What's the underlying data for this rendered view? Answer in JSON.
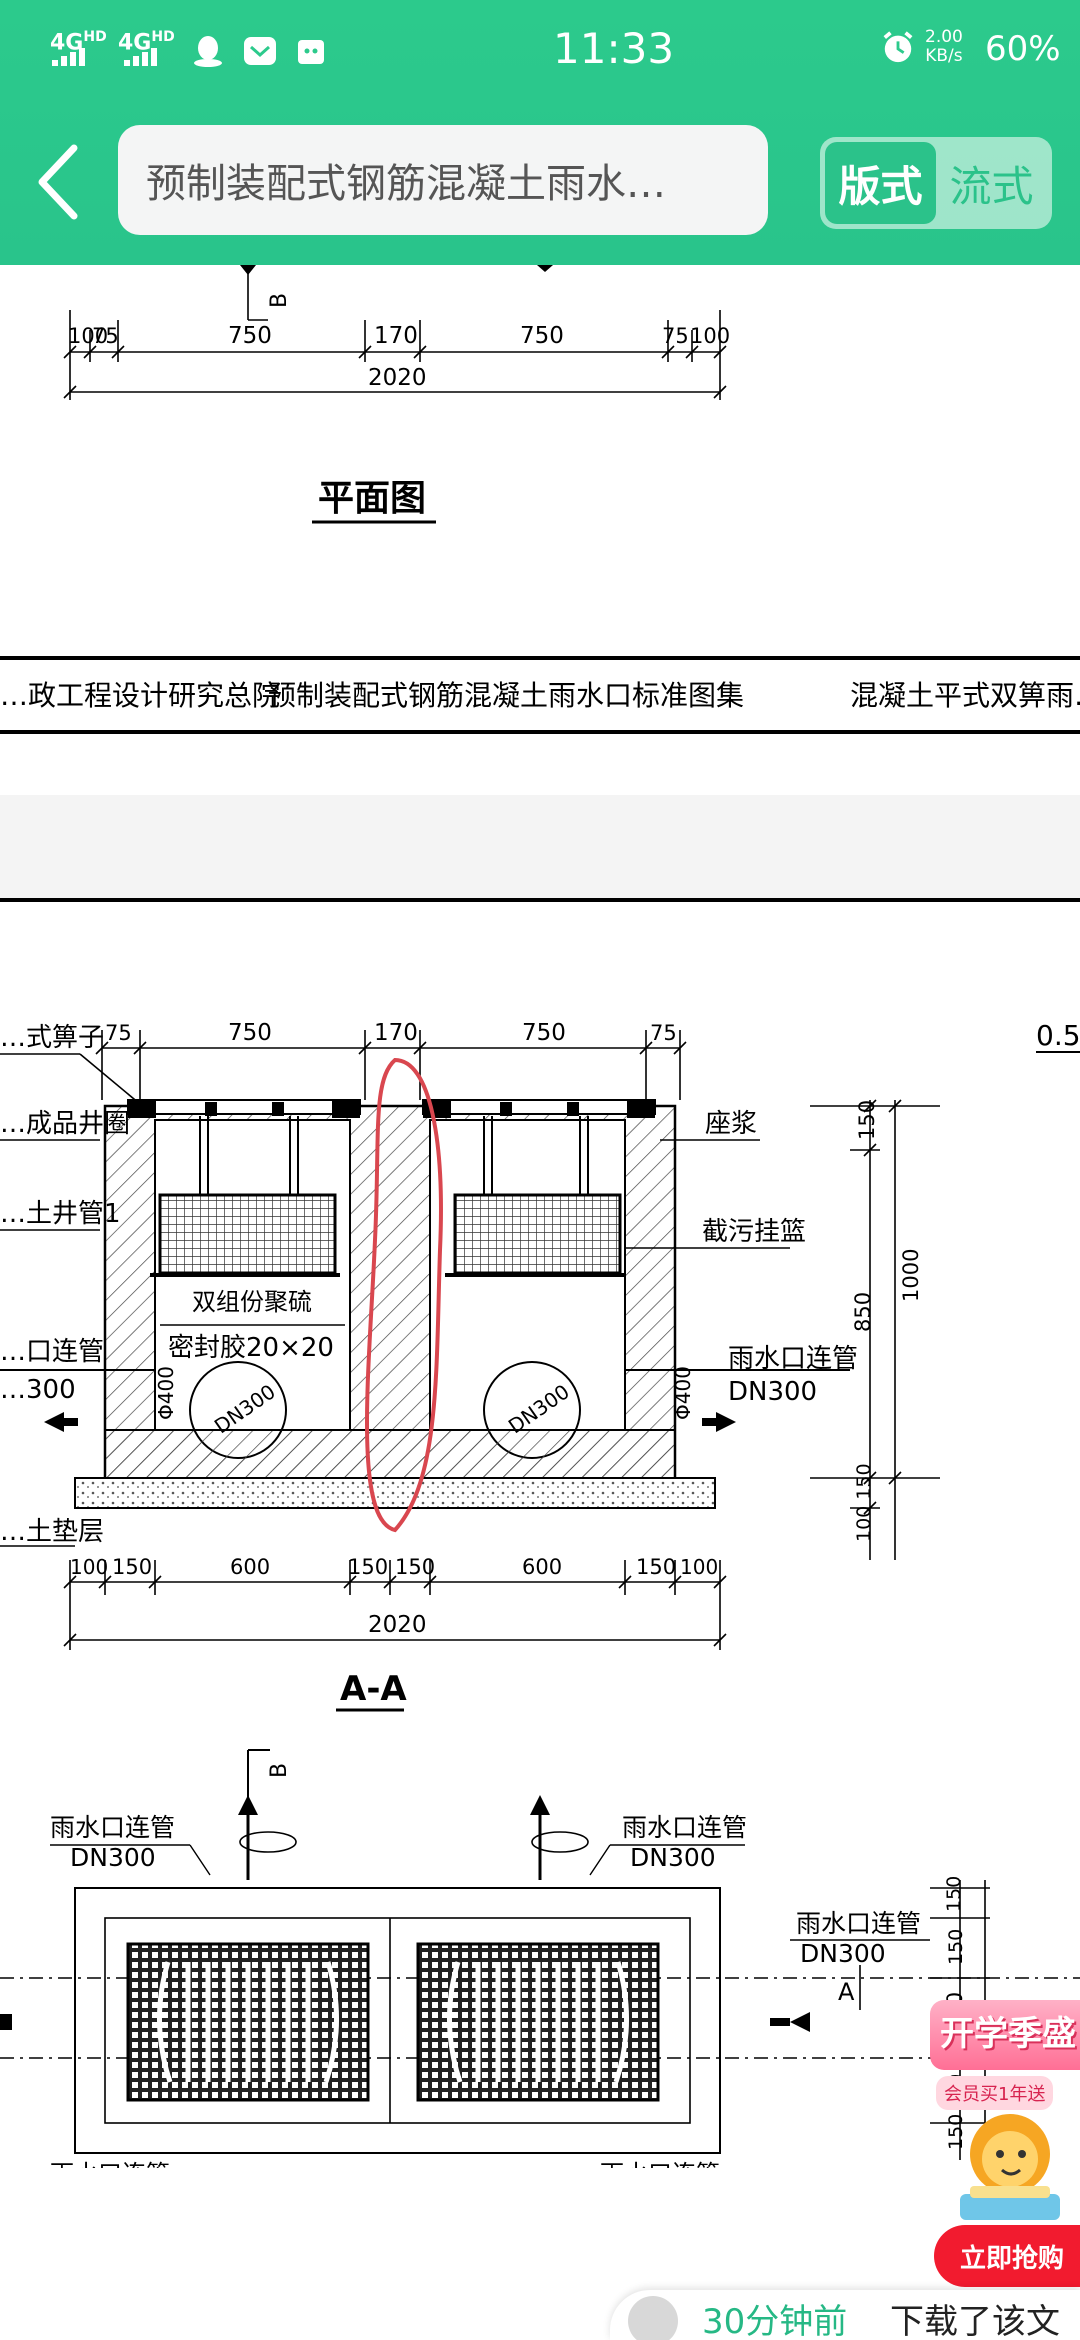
{
  "status_bar": {
    "sim1": "4G",
    "sim1_sup": "HD",
    "sim2": "4G",
    "sim2_sup": "HD",
    "time": "11:33",
    "net_speed_value": "2.00",
    "net_speed_unit": "KB/s",
    "battery": "60%",
    "icons": [
      "qq-icon",
      "mail-icon",
      "wechat-icon",
      "alarm-icon"
    ]
  },
  "toolbar": {
    "back_icon": "chevron-left-icon",
    "title": "预制装配式钢筋混凝土雨水…",
    "mode_layout": "版式",
    "mode_flow": "流式"
  },
  "drawing_top": {
    "dims": [
      "100",
      "75",
      "750",
      "170",
      "750",
      "75",
      "100"
    ],
    "total": "2020",
    "section_mark": "B",
    "caption": "平面图"
  },
  "title_block": {
    "left": "…政工程设计研究总院",
    "center": "预制装配式钢筋混凝土雨水口标准图集",
    "right": "混凝土平式双箅雨…"
  },
  "section_aa": {
    "top_dims": [
      "75",
      "750",
      "170",
      "750",
      "75"
    ],
    "right_label_top": "0.5",
    "labels_left": [
      "…式箅子",
      "…成品井圈",
      "…土井管1",
      "…口连管",
      "…300",
      "…土垫层"
    ],
    "labels_right": [
      "座浆",
      "截污挂篮",
      "雨水口连管",
      "DN300"
    ],
    "middle_labels": [
      "双组份聚硫",
      "密封胶20×20"
    ],
    "pipe_label": "DN300",
    "pipe_height": "Φ400",
    "right_dims": [
      "150",
      "850",
      "1000",
      "100 150"
    ],
    "bottom_dims": [
      "100",
      "150",
      "600",
      "150",
      "150",
      "600",
      "150",
      "100"
    ],
    "total": "2020",
    "caption": "A-A"
  },
  "plan_bottom": {
    "section_mark_b": "B",
    "section_mark_a": "A",
    "pipe_labels": [
      "雨水口连管",
      "DN300",
      "雨水口连管",
      "DN300",
      "雨水口连管",
      "DN300"
    ],
    "right_dims": [
      "150",
      "150",
      "400",
      "150",
      "150"
    ],
    "bottom_cut_labels": [
      "雨水口连管",
      "雨水口连管"
    ]
  },
  "promo": {
    "title": "开学季盛",
    "subtitle": "会员买1年送",
    "button": "立即抢购"
  },
  "bottom_bar": {
    "time_ago": "30分钟前",
    "message": "下载了该文"
  }
}
